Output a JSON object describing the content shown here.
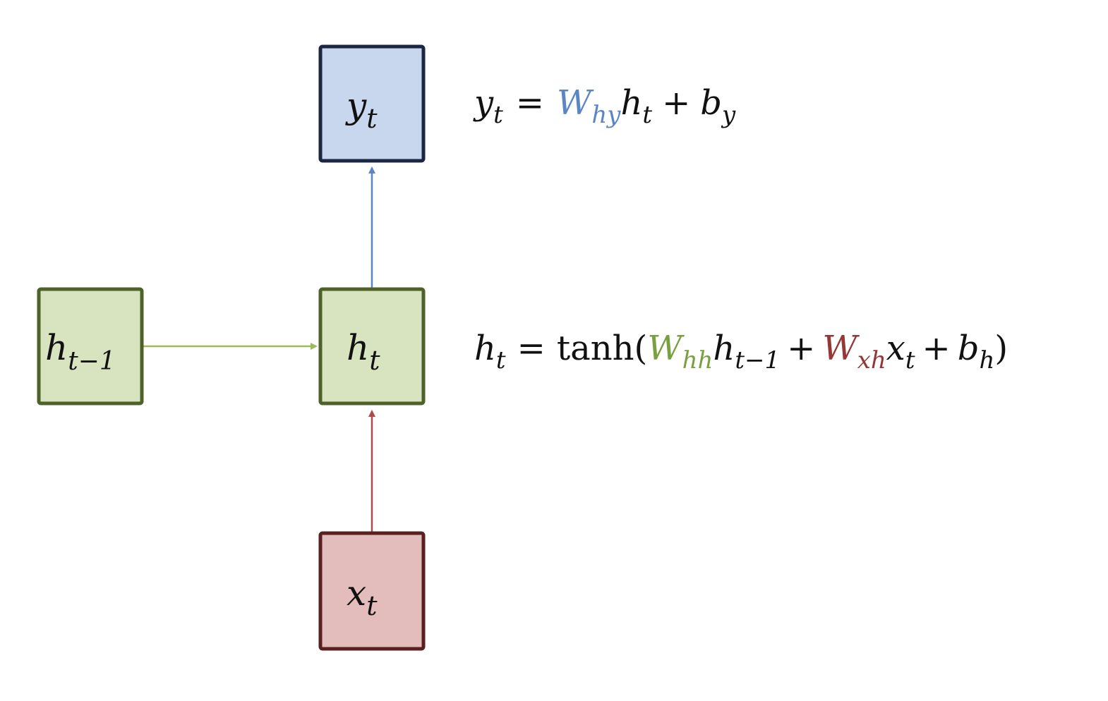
{
  "colors": {
    "background": "#ffffff",
    "output_fill": "#c9d7ee",
    "output_border": "#1b2642",
    "hidden_fill": "#d8e4c0",
    "hidden_border": "#4e6128",
    "input_fill": "#e3bcbc",
    "input_border": "#5a2020",
    "arrow_output": "#5b86c6",
    "arrow_recurrent": "#9bbb59",
    "arrow_input": "#b04a4a",
    "weight_hy": "#5b86c6",
    "weight_hh": "#79a040",
    "weight_xh": "#953734",
    "text": "#111111"
  },
  "nodes": {
    "output": {
      "base": "y",
      "sub": "t"
    },
    "hidden": {
      "base": "h",
      "sub": "t"
    },
    "prev_hidden": {
      "base": "h",
      "sub": "t−1"
    },
    "input": {
      "base": "x",
      "sub": "t"
    }
  },
  "equations": {
    "output": {
      "lhs": "y",
      "lhs_sub": "t",
      "eq": "=",
      "w": "W",
      "w_sub": "hy",
      "h": "h",
      "h_sub": "t",
      "plus": "+",
      "b": "b",
      "b_sub": "y"
    },
    "hidden": {
      "lhs": "h",
      "lhs_sub": "t",
      "eq": "=",
      "fn": "tanh(",
      "w1": "W",
      "w1_sub": "hh",
      "h": "h",
      "h_sub": "t−1",
      "plus1": "+",
      "w2": "W",
      "w2_sub": "xh",
      "x": "x",
      "x_sub": "t",
      "plus2": "+",
      "b": "b",
      "b_sub": "h",
      "close": ")"
    }
  }
}
